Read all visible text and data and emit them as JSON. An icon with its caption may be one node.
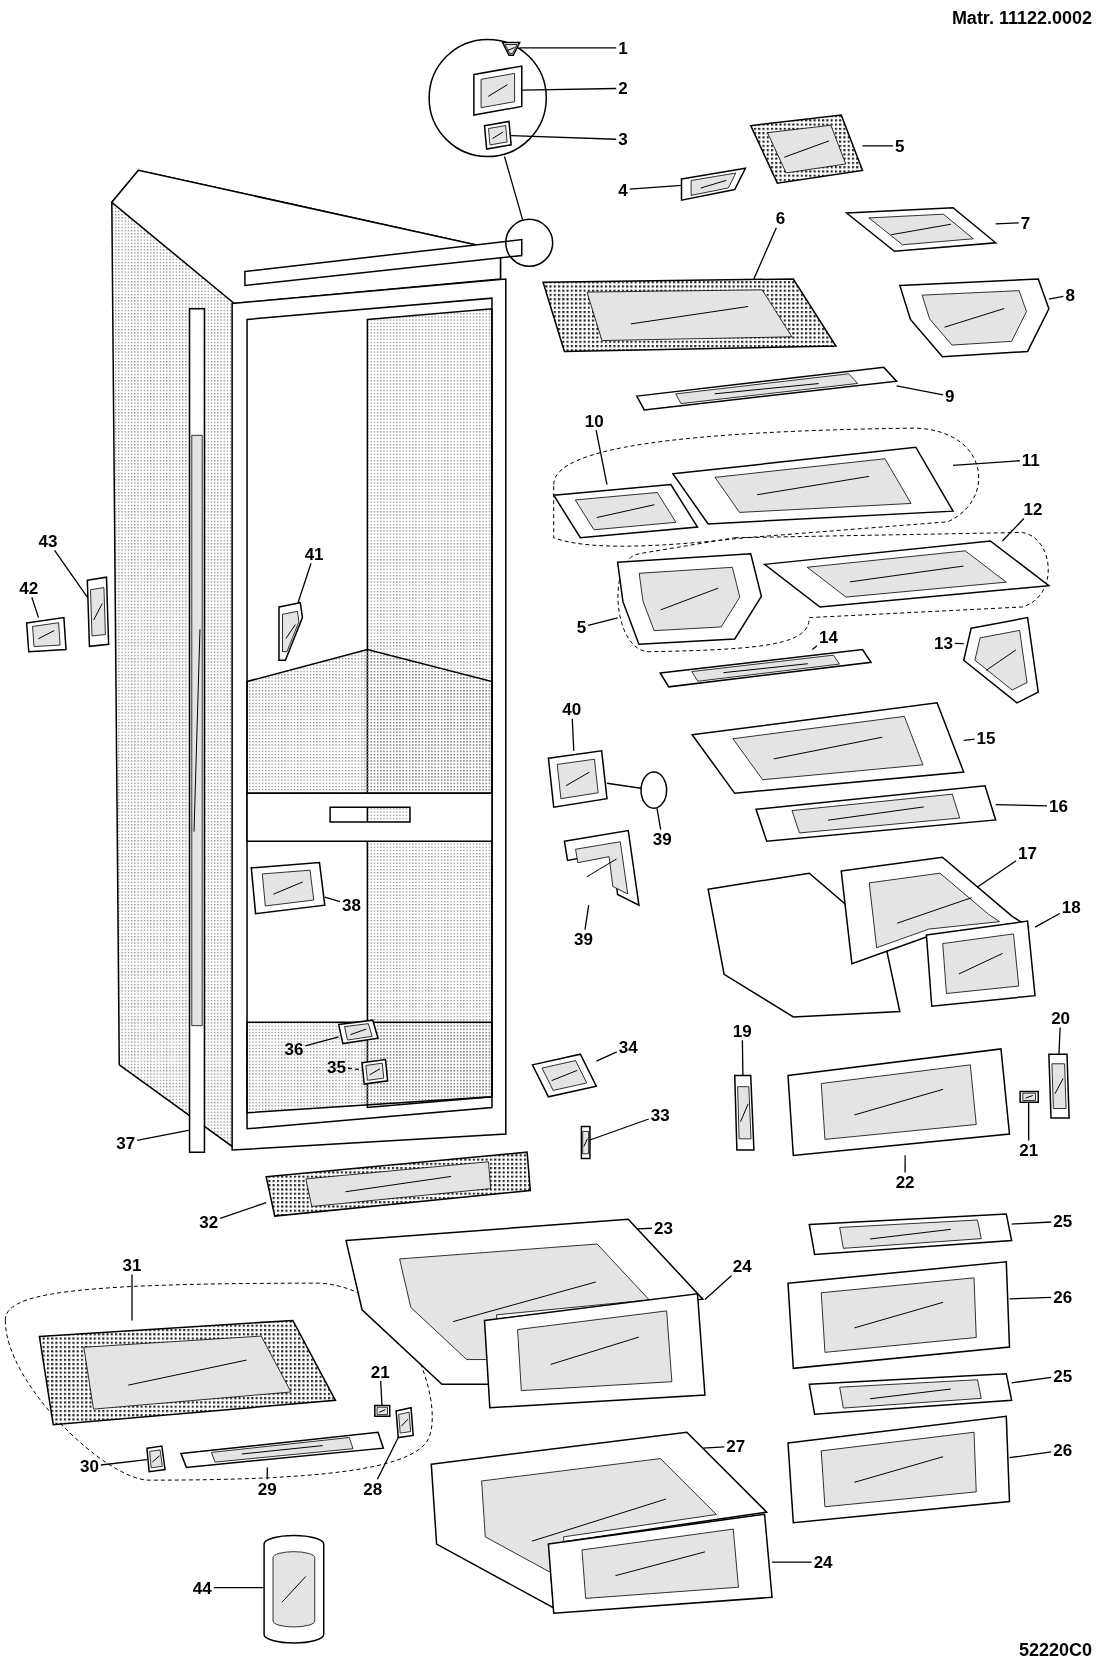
{
  "diagram": {
    "nodes": [
      {
        "text": [
          "1"
        ]
      },
      {
        "text": [
          "2"
        ]
      },
      {
        "text": [
          "3"
        ]
      },
      {
        "text": [
          "4"
        ]
      },
      {
        "text": [
          "5"
        ]
      },
      {
        "text": [
          "6"
        ]
      },
      {
        "text": [
          "7"
        ]
      },
      {
        "text": [
          "8"
        ]
      },
      {
        "text": [
          "9"
        ]
      },
      {
        "text": [
          "10"
        ]
      },
      {
        "text": [
          "11"
        ]
      },
      {
        "text": [
          "12"
        ]
      },
      {
        "text": [
          "5"
        ]
      },
      {
        "text": [
          "13"
        ]
      },
      {
        "text": [
          "14"
        ]
      },
      {
        "text": [
          "15"
        ]
      },
      {
        "text": [
          "16"
        ]
      },
      {
        "text": [
          "17"
        ]
      },
      {
        "text": [
          "18"
        ]
      },
      {
        "text": [
          "20"
        ]
      },
      {
        "text": [
          "19"
        ]
      },
      {
        "text": [
          "21"
        ]
      },
      {
        "text": [
          "22"
        ]
      },
      {
        "text": [
          "23"
        ]
      },
      {
        "text": [
          "24"
        ]
      },
      {
        "text": [
          "25"
        ]
      },
      {
        "text": [
          "26"
        ]
      },
      {
        "text": [
          "25"
        ]
      },
      {
        "text": [
          "26"
        ]
      },
      {
        "text": [
          "27"
        ]
      },
      {
        "text": [
          "24"
        ]
      },
      {
        "text": [
          "31"
        ]
      },
      {
        "text": [
          "21"
        ]
      },
      {
        "text": [
          "30"
        ]
      },
      {
        "text": [
          "29"
        ]
      },
      {
        "text": [
          "28"
        ]
      },
      {
        "text": [
          "44"
        ]
      },
      {
        "text": [
          "32"
        ]
      },
      {
        "text": [
          "33"
        ]
      },
      {
        "text": [
          "34"
        ]
      },
      {
        "text": [
          "35"
        ]
      },
      {
        "text": [
          "36"
        ]
      },
      {
        "text": [
          "37"
        ]
      },
      {
        "text": [
          "38"
        ]
      },
      {
        "text": [
          "39"
        ]
      },
      {
        "text": [
          "39"
        ]
      },
      {
        "text": [
          "40"
        ]
      },
      {
        "text": [
          "41"
        ]
      },
      {
        "text": [
          "42"
        ]
      },
      {
        "text": [
          "43"
        ]
      },
      {
        "text": [],
        "shape": "circle"
      },
      {
        "text": [],
        "shape": "picture",
        "in": 50
      },
      {
        "text": [],
        "shape": "picture",
        "in": 50
      },
      {
        "text": [],
        "shape": "picture",
        "in": 50
      },
      {
        "text": [],
        "shape": "circle"
      },
      {
        "text": [],
        "shape": "picture"
      },
      {
        "text": [],
        "shape": "picture"
      },
      {
        "text": [],
        "shape": "picture"
      },
      {
        "text": [],
        "shape": "picture"
      },
      {
        "text": [],
        "shape": "picture"
      },
      {
        "text": [],
        "shape": "picture"
      },
      {
        "text": [],
        "shape": "picture"
      },
      {
        "text": [],
        "shape": "picture"
      },
      {
        "text": [],
        "shape": "picture"
      },
      {
        "text": [],
        "shape": "picture"
      },
      {
        "text": [],
        "shape": "picture"
      },
      {
        "text": [],
        "shape": "picture"
      },
      {
        "text": [],
        "shape": "picture"
      },
      {
        "text": [],
        "shape": "picture"
      },
      {
        "text": [],
        "shape": "picture"
      },
      {
        "text": [],
        "shape": "picture"
      },
      {
        "text": [],
        "shape": "picture"
      },
      {
        "text": [],
        "shape": "picture"
      },
      {
        "text": [],
        "shape": "picture"
      },
      {
        "text": [],
        "shape": "picture"
      },
      {
        "text": [],
        "shape": "picture"
      },
      {
        "text": [],
        "shape": "picture"
      },
      {
        "text": [],
        "shape": "picture"
      },
      {
        "text": [],
        "shape": "picture"
      },
      {
        "text": [],
        "shape": "picture"
      },
      {
        "text": [],
        "shape": "picture"
      },
      {
        "text": [],
        "shape": "picture"
      },
      {
        "text": [],
        "shape": "picture"
      },
      {
        "text": [],
        "shape": "picture"
      },
      {
        "text": [],
        "shape": "picture"
      },
      {
        "text": [],
        "shape": "picture"
      },
      {
        "text": [],
        "shape": "picture"
      },
      {
        "text": [],
        "shape": "picture"
      },
      {
        "text": [],
        "shape": "picture"
      },
      {
        "text": [],
        "shape": "picture"
      },
      {
        "text": [],
        "shape": "picture"
      },
      {
        "text": [],
        "shape": "picture"
      },
      {
        "text": [],
        "shape": "picture"
      },
      {
        "text": [],
        "shape": "picture"
      },
      {
        "text": [],
        "shape": "picture"
      },
      {
        "text": [],
        "shape": "picture"
      },
      {
        "text": [],
        "shape": "circle"
      },
      {
        "text": [],
        "shape": "picture"
      },
      {
        "text": [],
        "shape": "picture"
      },
      {
        "text": [],
        "shape": "picture"
      },
      {
        "text": [],
        "shape": "picture"
      },
      {
        "text": [],
        "shape": "picture"
      }
    ],
    "edges": [
      {
        "from": 0,
        "to": 51,
        "arrow": "none"
      },
      {
        "from": 1,
        "to": 52,
        "arrow": "none"
      },
      {
        "from": 2,
        "to": 53,
        "arrow": "none"
      },
      {
        "from": 3,
        "to": 55,
        "arrow": "none"
      },
      {
        "from": 4,
        "to": 56,
        "arrow": "none"
      },
      {
        "from": 5,
        "to": 57,
        "arrow": "none"
      },
      {
        "from": 6,
        "to": 58,
        "arrow": "none"
      },
      {
        "from": 7,
        "to": 59,
        "arrow": "none"
      },
      {
        "from": 8,
        "to": 60,
        "arrow": "none"
      },
      {
        "from": 9,
        "to": 61,
        "arrow": "none"
      },
      {
        "from": 10,
        "to": 62,
        "arrow": "none"
      },
      {
        "from": 11,
        "to": 63,
        "arrow": "none"
      },
      {
        "from": 12,
        "to": 64,
        "arrow": "none"
      },
      {
        "from": 13,
        "to": 65,
        "arrow": "none"
      },
      {
        "from": 14,
        "to": 66,
        "arrow": "none"
      },
      {
        "from": 15,
        "to": 67,
        "arrow": "none"
      },
      {
        "from": 16,
        "to": 68,
        "arrow": "none"
      },
      {
        "from": 17,
        "to": 69,
        "arrow": "none"
      },
      {
        "from": 18,
        "to": 70,
        "arrow": "none"
      },
      {
        "from": 19,
        "to": 71,
        "arrow": "none"
      },
      {
        "from": 20,
        "to": 72,
        "arrow": "none"
      },
      {
        "from": 21,
        "to": 74,
        "arrow": "none"
      },
      {
        "from": 22,
        "to": 73,
        "arrow": "none"
      },
      {
        "from": 23,
        "to": 75,
        "arrow": "none"
      },
      {
        "from": 24,
        "to": 76,
        "arrow": "none"
      },
      {
        "from": 25,
        "to": 77,
        "arrow": "none"
      },
      {
        "from": 26,
        "to": 78,
        "arrow": "none"
      },
      {
        "from": 27,
        "to": 79,
        "arrow": "none"
      },
      {
        "from": 28,
        "to": 80,
        "arrow": "none"
      },
      {
        "from": 29,
        "to": 81,
        "arrow": "none"
      },
      {
        "from": 30,
        "to": 82,
        "arrow": "none"
      },
      {
        "from": 31,
        "to": 83,
        "arrow": "none"
      },
      {
        "from": 32,
        "to": 84,
        "arrow": "none"
      },
      {
        "from": 33,
        "to": 85,
        "arrow": "none"
      },
      {
        "from": 34,
        "to": 86,
        "arrow": "none"
      },
      {
        "from": 35,
        "to": 87,
        "arrow": "none"
      },
      {
        "from": 36,
        "to": 88,
        "arrow": "none"
      },
      {
        "from": 37,
        "to": 89,
        "arrow": "none"
      },
      {
        "from": 38,
        "to": 90,
        "arrow": "none"
      },
      {
        "from": 39,
        "to": 91,
        "arrow": "none"
      },
      {
        "from": 40,
        "to": 93,
        "arrow": "none",
        "style": "dashed"
      },
      {
        "from": 41,
        "to": 92,
        "arrow": "none"
      },
      {
        "from": 42,
        "to": 94,
        "arrow": "none"
      },
      {
        "from": 43,
        "to": 95,
        "arrow": "none"
      },
      {
        "from": 44,
        "to": 96,
        "arrow": "none"
      },
      {
        "from": 45,
        "to": 97,
        "arrow": "none"
      },
      {
        "from": 46,
        "to": 98,
        "arrow": "none"
      },
      {
        "from": 47,
        "to": 99,
        "arrow": "none"
      },
      {
        "from": 48,
        "to": 100,
        "arrow": "none"
      },
      {
        "from": 49,
        "to": 101,
        "arrow": "none"
      },
      {
        "from": 54,
        "to": 50,
        "arrow": "none"
      },
      {
        "from": 98,
        "to": 96,
        "arrow": "none"
      }
    ],
    "labels": [
      "Matr. 11122.0002",
      "52220C0"
    ]
  }
}
